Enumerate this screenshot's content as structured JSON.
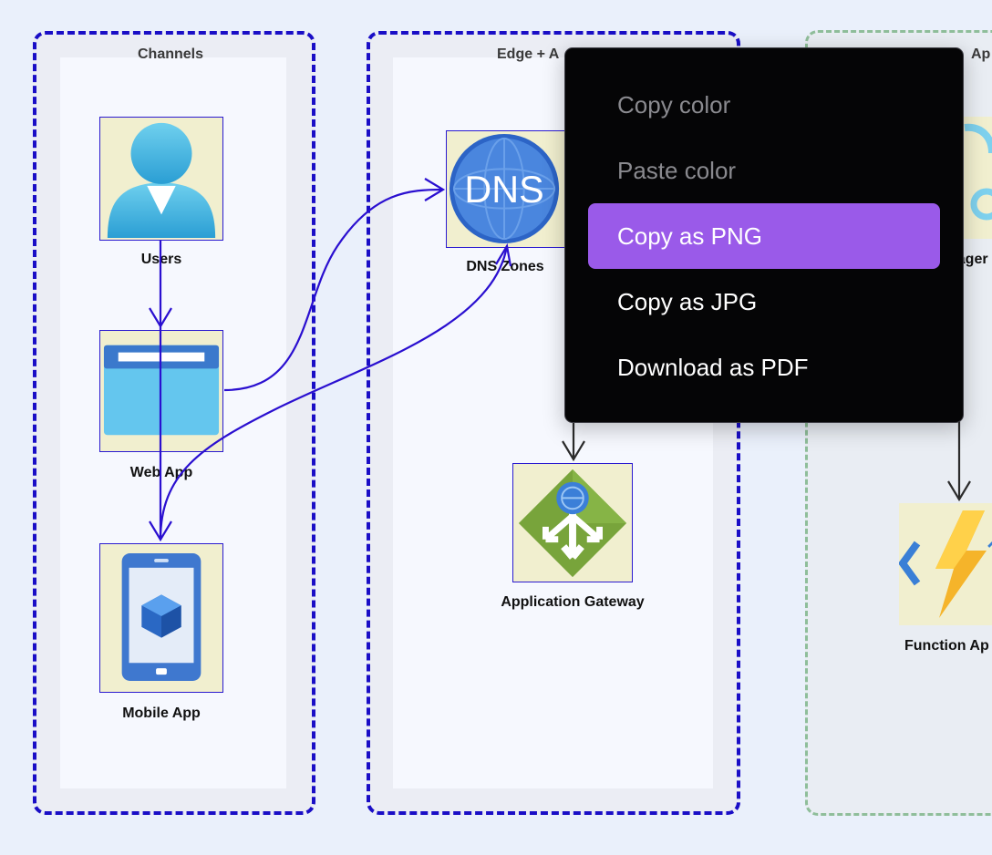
{
  "groups": {
    "channels": {
      "title": "Channels"
    },
    "edge": {
      "title": "Edge + A"
    },
    "app": {
      "title": "Ap"
    }
  },
  "nodes": {
    "users": {
      "label": "Users",
      "icon": "user-icon"
    },
    "web_app": {
      "label": "Web App",
      "icon": "browser-window-icon"
    },
    "mobile_app": {
      "label": "Mobile App",
      "icon": "mobile-phone-icon"
    },
    "dns_zones": {
      "label": "DNS Zones",
      "icon": "dns-globe-icon",
      "badge": "DNS"
    },
    "app_gateway": {
      "label": "Application Gateway",
      "icon": "application-gateway-icon"
    },
    "manager": {
      "label": "nager",
      "icon": "manager-icon"
    },
    "function_app": {
      "label": "Function Ap",
      "icon": "function-lightning-icon"
    }
  },
  "context_menu": {
    "items": [
      {
        "label": "Copy color",
        "state": "disabled"
      },
      {
        "label": "Paste color",
        "state": "disabled"
      },
      {
        "label": "Copy as PNG",
        "state": "active"
      },
      {
        "label": "Copy as JPG",
        "state": "normal"
      },
      {
        "label": "Download as PDF",
        "state": "normal"
      }
    ]
  },
  "colors": {
    "group_border": "#1a0ec6",
    "edge_blue": "#2a0fd0",
    "menu_highlight": "#9a5ae9",
    "menu_background": "#050506"
  }
}
